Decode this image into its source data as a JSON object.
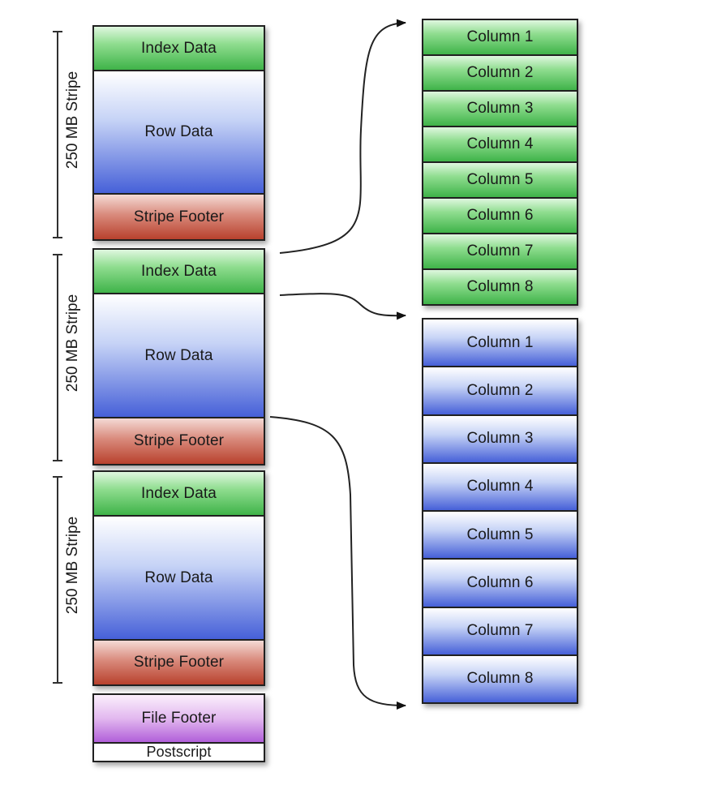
{
  "stripes": [
    {
      "label": "250 MB Stripe",
      "index_data": "Index Data",
      "row_data": "Row Data",
      "stripe_footer": "Stripe Footer"
    },
    {
      "label": "250 MB Stripe",
      "index_data": "Index Data",
      "row_data": "Row Data",
      "stripe_footer": "Stripe Footer"
    },
    {
      "label": "250 MB Stripe",
      "index_data": "Index Data",
      "row_data": "Row Data",
      "stripe_footer": "Stripe Footer"
    }
  ],
  "file_footer": "File Footer",
  "postscript": "Postscript",
  "index_columns": [
    "Column 1",
    "Column 2",
    "Column 3",
    "Column 4",
    "Column 5",
    "Column 6",
    "Column 7",
    "Column 8"
  ],
  "row_columns": [
    "Column 1",
    "Column 2",
    "Column 3",
    "Column 4",
    "Column 5",
    "Column 6",
    "Column 7",
    "Column 8"
  ],
  "colors": {
    "index": "#3fb349",
    "row": "#4660d8",
    "footer": "#b8412d",
    "file_footer": "#b15fd9"
  }
}
